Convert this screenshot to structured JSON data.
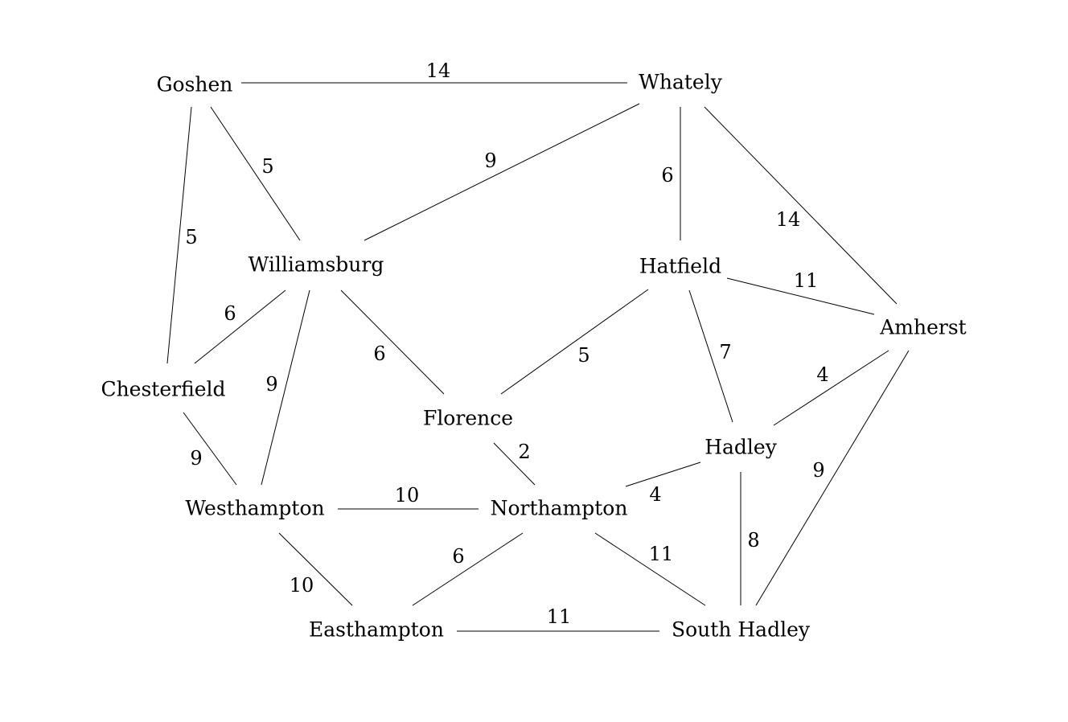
{
  "nodes": {
    "goshen": "Goshen",
    "whately": "Whately",
    "williamsburg": "Williamsburg",
    "hatfield": "Hatfield",
    "amherst": "Amherst",
    "chesterfield": "Chesterfield",
    "florence": "Florence",
    "hadley": "Hadley",
    "westhampton": "Westhampton",
    "northampton": "Northampton",
    "easthampton": "Easthampton",
    "south_hadley": "South Hadley"
  },
  "edges": [
    {
      "from": "goshen",
      "to": "whately",
      "weight": "14"
    },
    {
      "from": "goshen",
      "to": "williamsburg",
      "weight": "5"
    },
    {
      "from": "goshen",
      "to": "chesterfield",
      "weight": "5"
    },
    {
      "from": "whately",
      "to": "williamsburg",
      "weight": "9"
    },
    {
      "from": "whately",
      "to": "hatfield",
      "weight": "6"
    },
    {
      "from": "whately",
      "to": "amherst",
      "weight": "14"
    },
    {
      "from": "williamsburg",
      "to": "chesterfield",
      "weight": "6"
    },
    {
      "from": "williamsburg",
      "to": "westhampton",
      "weight": "9"
    },
    {
      "from": "williamsburg",
      "to": "florence",
      "weight": "6"
    },
    {
      "from": "hatfield",
      "to": "amherst",
      "weight": "11"
    },
    {
      "from": "hatfield",
      "to": "florence",
      "weight": "5"
    },
    {
      "from": "hatfield",
      "to": "hadley",
      "weight": "7"
    },
    {
      "from": "amherst",
      "to": "hadley",
      "weight": "4"
    },
    {
      "from": "amherst",
      "to": "south_hadley",
      "weight": "9"
    },
    {
      "from": "chesterfield",
      "to": "westhampton",
      "weight": "9"
    },
    {
      "from": "florence",
      "to": "northampton",
      "weight": "2"
    },
    {
      "from": "hadley",
      "to": "northampton",
      "weight": "4"
    },
    {
      "from": "hadley",
      "to": "south_hadley",
      "weight": "8"
    },
    {
      "from": "westhampton",
      "to": "northampton",
      "weight": "10"
    },
    {
      "from": "westhampton",
      "to": "easthampton",
      "weight": "10"
    },
    {
      "from": "northampton",
      "to": "easthampton",
      "weight": "6"
    },
    {
      "from": "northampton",
      "to": "south_hadley",
      "weight": "11"
    },
    {
      "from": "easthampton",
      "to": "south_hadley",
      "weight": "11"
    }
  ]
}
